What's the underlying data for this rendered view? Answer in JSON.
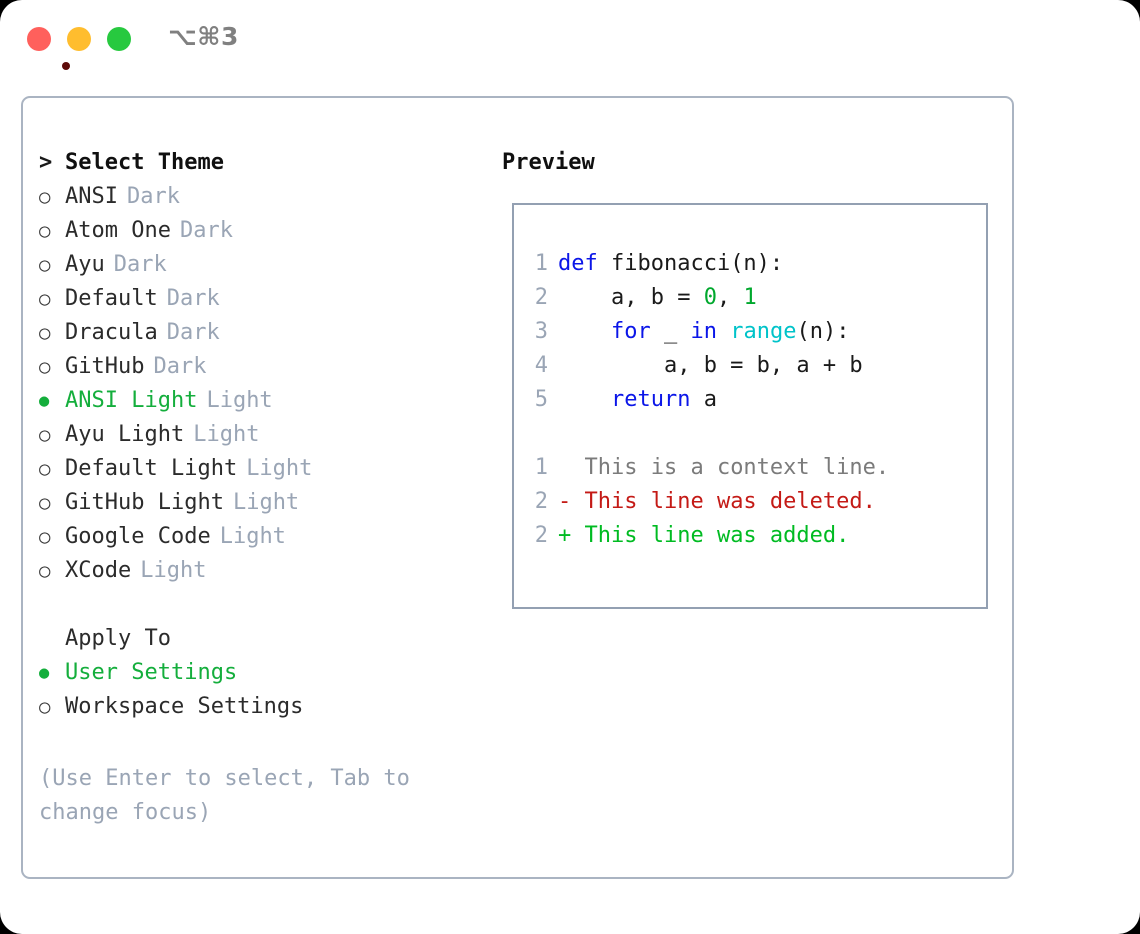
{
  "window": {
    "title": "⌥⌘3",
    "traffic_lights": [
      {
        "name": "close",
        "color": "#ff605c"
      },
      {
        "name": "minimize",
        "color": "#ffbd2e"
      },
      {
        "name": "maximize",
        "color": "#27c93f"
      }
    ]
  },
  "theme_picker": {
    "heading": "Select Theme",
    "heading_marker": ">",
    "marker_unselected": "○",
    "marker_selected": "●",
    "items": [
      {
        "label": "ANSI",
        "variant": "Dark",
        "selected": false
      },
      {
        "label": "Atom One",
        "variant": "Dark",
        "selected": false
      },
      {
        "label": "Ayu",
        "variant": "Dark",
        "selected": false
      },
      {
        "label": "Default",
        "variant": "Dark",
        "selected": false
      },
      {
        "label": "Dracula",
        "variant": "Dark",
        "selected": false
      },
      {
        "label": "GitHub",
        "variant": "Dark",
        "selected": false
      },
      {
        "label": "ANSI Light",
        "variant": "Light",
        "selected": true
      },
      {
        "label": "Ayu Light",
        "variant": "Light",
        "selected": false
      },
      {
        "label": "Default Light",
        "variant": "Light",
        "selected": false
      },
      {
        "label": "GitHub Light",
        "variant": "Light",
        "selected": false
      },
      {
        "label": "Google Code",
        "variant": "Light",
        "selected": false
      },
      {
        "label": "XCode",
        "variant": "Light",
        "selected": false
      }
    ]
  },
  "apply_to": {
    "heading": "Apply To",
    "options": [
      {
        "label": "User Settings",
        "selected": true
      },
      {
        "label": "Workspace Settings",
        "selected": false
      }
    ]
  },
  "hint": "(Use Enter to select, Tab to change focus)",
  "preview": {
    "heading": "Preview",
    "code_lines": [
      {
        "n": "1",
        "tokens": [
          {
            "t": "def ",
            "k": "kw"
          },
          {
            "t": "fibonacci(n):",
            "k": "plain"
          }
        ]
      },
      {
        "n": "2",
        "tokens": [
          {
            "t": "    a, b = ",
            "k": "plain"
          },
          {
            "t": "0",
            "k": "num"
          },
          {
            "t": ", ",
            "k": "plain"
          },
          {
            "t": "1",
            "k": "num"
          }
        ]
      },
      {
        "n": "3",
        "tokens": [
          {
            "t": "    ",
            "k": "plain"
          },
          {
            "t": "for",
            "k": "kw"
          },
          {
            "t": " _ ",
            "k": "plain"
          },
          {
            "t": "in",
            "k": "kw"
          },
          {
            "t": " ",
            "k": "plain"
          },
          {
            "t": "range",
            "k": "fn"
          },
          {
            "t": "(n):",
            "k": "plain"
          }
        ]
      },
      {
        "n": "4",
        "tokens": [
          {
            "t": "        a, b = b, a + b",
            "k": "plain"
          }
        ]
      },
      {
        "n": "5",
        "tokens": [
          {
            "t": "    ",
            "k": "plain"
          },
          {
            "t": "return",
            "k": "kw"
          },
          {
            "t": " a",
            "k": "plain"
          }
        ]
      }
    ],
    "diff_lines": [
      {
        "n": "1",
        "sign": " ",
        "text": " This is a context line.",
        "kind": "ctx"
      },
      {
        "n": "2",
        "sign": "-",
        "text": " This line was deleted.",
        "kind": "del"
      },
      {
        "n": "2",
        "sign": "+",
        "text": " This line was added.",
        "kind": "add"
      }
    ]
  },
  "colors": {
    "selected_green": "#14ae3c",
    "muted_blue_gray": "#9aa5b5",
    "panel_border": "#aab4c2",
    "code_border": "#93a0b2",
    "keyword_blue": "#0b16e8",
    "number_green": "#00a82d",
    "function_cyan": "#00c3c9",
    "diff_delete_red": "#c41a16",
    "diff_add_green": "#00bb22"
  }
}
